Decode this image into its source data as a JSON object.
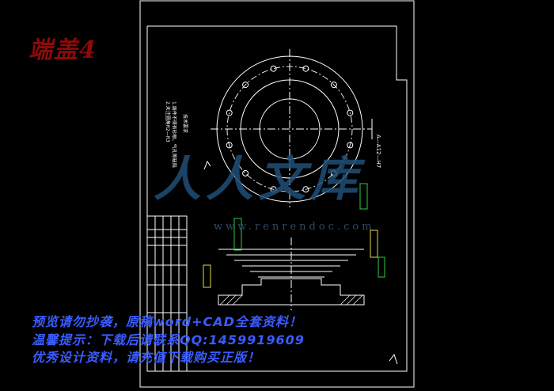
{
  "drawing": {
    "title": "端盖4",
    "line_color": "#ffffff",
    "dim_color": "#9fd8ff",
    "green_color": "#2ecc40",
    "yellow_color": "#e8d84a",
    "watermark_color": "#1f4f78"
  },
  "watermark": {
    "logo_text": "人人文库",
    "url": "www.renrendoc.com"
  },
  "promo": {
    "line1": "预览请勿抄袭，原稿word+CAD全套资料！",
    "line2": "温馨提示：下载后请联系QQ:1459919609",
    "line3": "优秀设计资料，请充值下载购买正版！",
    "color": "#3a5cff"
  }
}
